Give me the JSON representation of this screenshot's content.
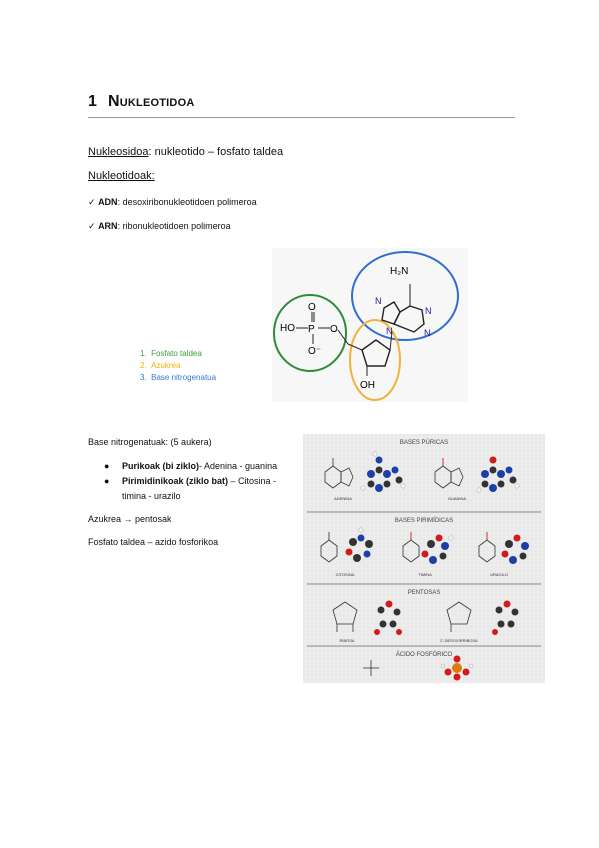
{
  "heading": {
    "number": "1",
    "title": "Nukleotidoa"
  },
  "lines": {
    "nukleosidoa_term": "Nukleosidoa",
    "nukleosidoa_rest": ": nukleotido – fosfato taldea",
    "nukleotidoak": "Nukleotidoak:",
    "adn_check": "✓",
    "adn_term": "ADN",
    "adn_rest": ": desoxiribonukleotidoen polimeroa",
    "arn_check": "✓",
    "arn_term": "ARN",
    "arn_rest": ": ribonukleotidoen polimeroa"
  },
  "structure": {
    "labels": {
      "h2n": "H₂N",
      "ho": "HO",
      "p": "P",
      "o_top": "O",
      "o_bottom": "O⁻",
      "o_link": "O",
      "oh": "OH",
      "n": "N"
    },
    "legend": [
      {
        "num": "1.",
        "text": "Fosfato taldea",
        "color": "#3aa03a"
      },
      {
        "num": "2.",
        "text": "Azukrea",
        "color": "#f0b000"
      },
      {
        "num": "3.",
        "text": "Base nitrogenatua",
        "color": "#2e7bd1"
      }
    ],
    "circle_colors": {
      "phosphate": "#2e8b3a",
      "sugar": "#f0b23c",
      "base": "#2f6fcf"
    }
  },
  "body_text": {
    "bases_intro": "Base nitrogenatuak: (5 aukera)",
    "bullet1_bold": "Purikoak (bi ziklo)",
    "bullet1_rest": "- Adenina - guanina",
    "bullet2_bold": "Pirimidinikoak (ziklo bat)",
    "bullet2_rest": " – Citosina -",
    "bullet2_cont": "timina - urazilo",
    "azukrea": "Azukrea → pentosak",
    "fosfato": "Fosfato taldea – azido fosforikoa"
  },
  "figure": {
    "sections": [
      {
        "title": "BASES PÚRICAS",
        "molecules": [
          "ADENINA",
          "GUANINA"
        ]
      },
      {
        "title": "BASES PIRIMÍDICAS",
        "molecules": [
          "CITOSINA",
          "TIMINA",
          "URACILO"
        ]
      },
      {
        "title": "PENTOSAS",
        "molecules": [
          "RIBOSA",
          "2'-DESOXIRRIBOSA"
        ]
      },
      {
        "title": "ÁCIDO FOSFÓRICO",
        "molecules": []
      }
    ]
  }
}
